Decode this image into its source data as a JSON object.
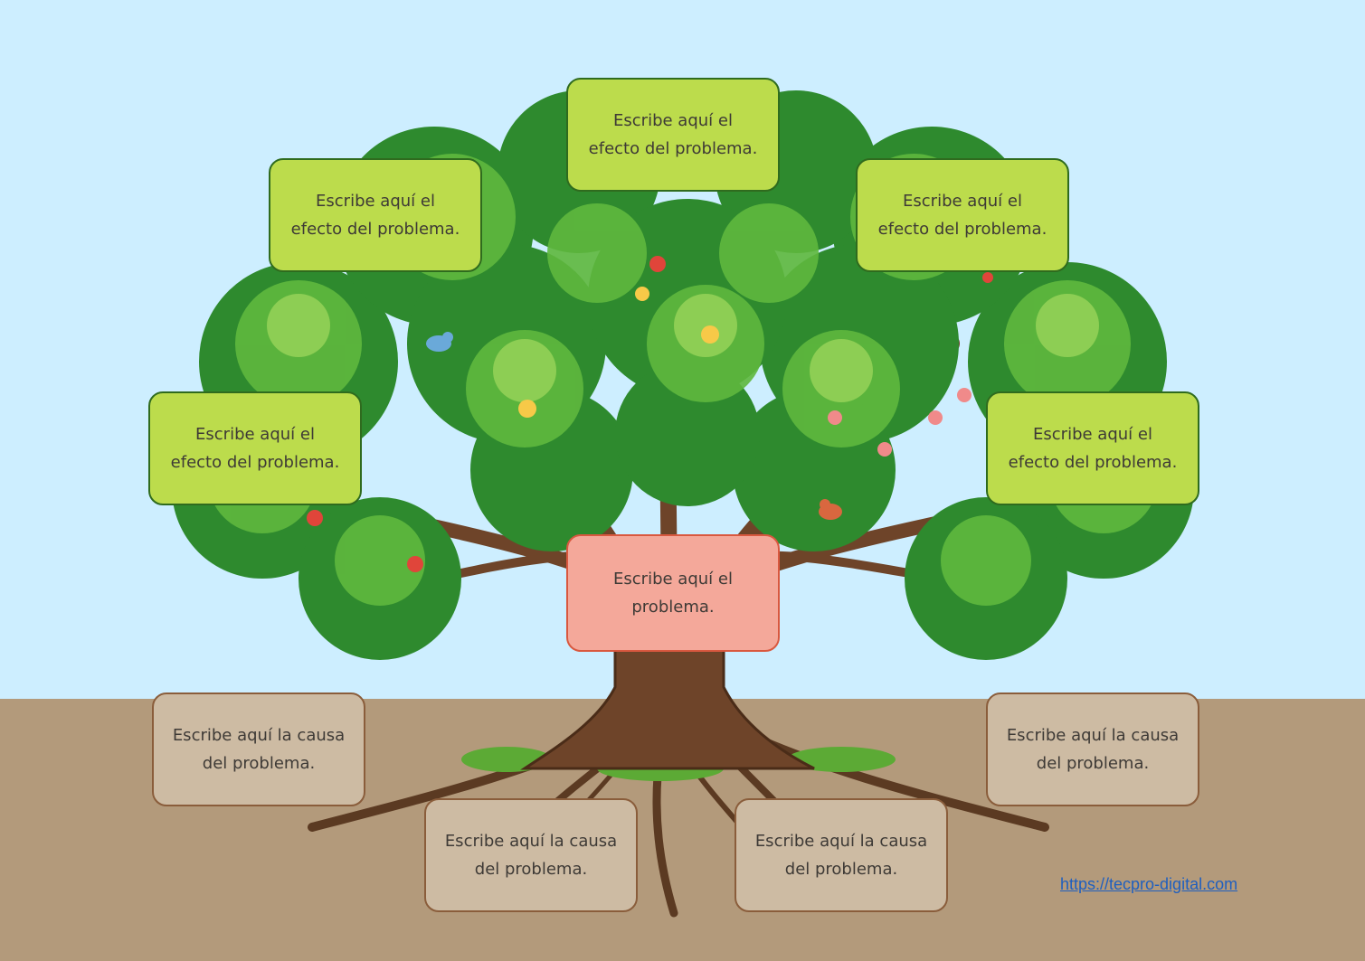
{
  "effects": [
    {
      "text": "Escribe aquí el\nefecto del problema."
    },
    {
      "text": "Escribe aquí el\nefecto del problema."
    },
    {
      "text": "Escribe aquí el\nefecto del problema."
    },
    {
      "text": "Escribe aquí el\nefecto del problema."
    },
    {
      "text": "Escribe aquí el\nefecto del problema."
    }
  ],
  "problem": {
    "text": "Escribe aquí el\nproblema."
  },
  "causes": [
    {
      "text": "Escribe aquí la causa\ndel problema."
    },
    {
      "text": "Escribe aquí la causa\ndel problema."
    },
    {
      "text": "Escribe aquí la causa\ndel problema."
    },
    {
      "text": "Escribe aquí la causa\ndel problema."
    }
  ],
  "footer": {
    "url": "https://tecpro-digital.com"
  },
  "colors": {
    "sky": "#cdeeff",
    "ground": "#b39a7b",
    "effect_box": "#bcdc4c",
    "problem_box": "#f4a89a",
    "cause_box": "#cdbba3",
    "link": "#1f5fbf"
  }
}
